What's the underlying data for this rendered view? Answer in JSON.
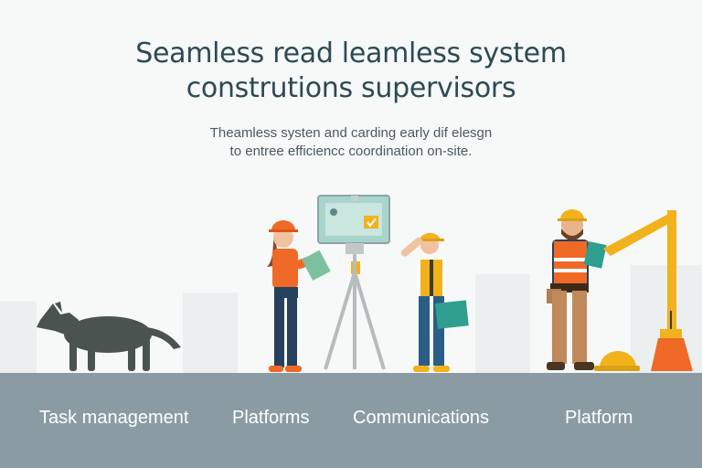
{
  "hero": {
    "title_line1": "Seamless read leamless system",
    "title_line2": "construtions supervisors",
    "subtitle_line1": "Theamless systen and carding early dif elesgn",
    "subtitle_line2": "to entree efficiencc coordination on-site."
  },
  "illustration": {
    "tablet_icon": "check-mark",
    "colors": {
      "accent": "#f2b21b",
      "safety_orange": "#ef6a26",
      "navy": "#27405c",
      "footer": "#8a9ba4"
    }
  },
  "footer": {
    "items": [
      {
        "label": "Task management"
      },
      {
        "label": "Platforms"
      },
      {
        "label": "Communications"
      },
      {
        "label": "Platform"
      }
    ]
  }
}
